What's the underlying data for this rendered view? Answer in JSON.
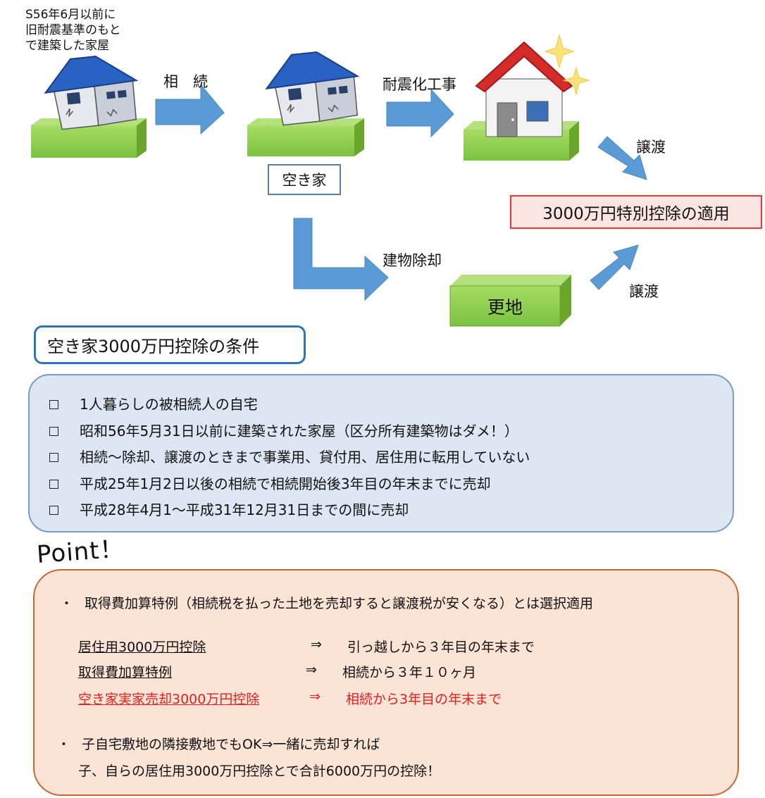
{
  "diagram": {
    "intro_text": "S56年6月以前に\n旧耐震基準のもと\nで建築した家屋",
    "arrow_inherit": "相　続",
    "arrow_renovation": "耐震化工事",
    "arrow_demolish": "建物除却",
    "vacant_house": "空き家",
    "transfer_upper": "譲渡",
    "transfer_lower": "譲渡",
    "result": "3000万円特別控除の適用",
    "vacant_land": "更地",
    "colors": {
      "arrow_fill": "#5b9bd5",
      "grass": "#8fce4e",
      "grass_dark": "#6aa62c",
      "roof_blue": "#2a62c4",
      "roof_red": "#d62b2b",
      "result_border": "#e23c3c",
      "result_fill": "#fde5df"
    }
  },
  "conditions": {
    "title": "空き家3000万円控除の条件",
    "items": [
      "1人暮らしの被相続人の自宅",
      "昭和56年5月31日以前に建築された家屋（区分所有建築物はダメ！）",
      "相続～除却、譲渡のときまで事業用、貸付用、居住用に転用していない",
      "平成25年1月2日以後の相続で相続開始後3年目の年末までに売却",
      "平成28年4月1～平成31年12月31日までの間に売却"
    ]
  },
  "point": {
    "title": "Point！",
    "bullet1": "取得費加算特例（相続税を払った土地を売却すると譲渡税が安くなる）とは選択適用",
    "rows": [
      {
        "label": "居住用3000万円控除",
        "arrow": "⇒",
        "value": "引っ越しから３年目の年末まで"
      },
      {
        "label": "取得費加算特例",
        "arrow": "⇒",
        "value": "相続から３年１０ヶ月"
      },
      {
        "label": "空き家実家売却3000万円控除",
        "arrow": "⇒",
        "value": "相続から3年目の年末まで"
      }
    ],
    "bullet2_line1": "子自宅敷地の隣接敷地でもOK⇒一緒に売却すれば",
    "bullet2_line2": "子、自らの居住用3000万円控除とで合計6000万円の控除！"
  }
}
